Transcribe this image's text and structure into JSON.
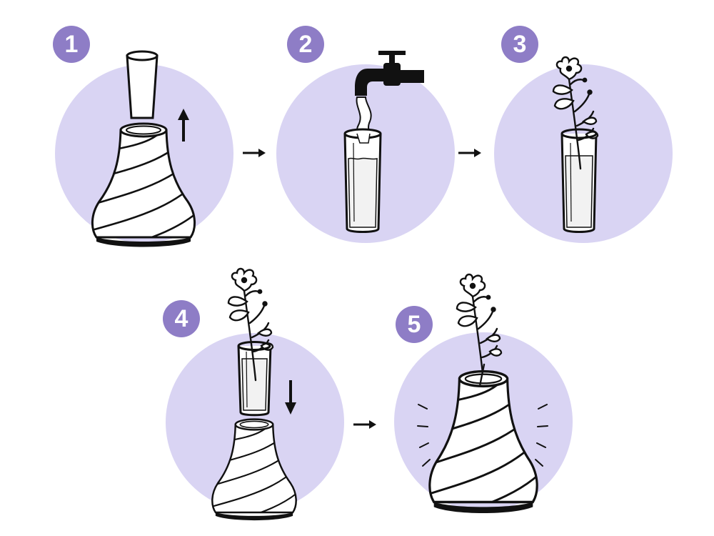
{
  "colors": {
    "circle_fill": "#d9d4f3",
    "badge_fill": "#8e7dc6",
    "badge_text": "#ffffff",
    "ink": "#111111"
  },
  "steps": [
    {
      "number": "1",
      "icons": [
        "vase-icon",
        "glass-insert-icon",
        "arrow-up-icon"
      ]
    },
    {
      "number": "2",
      "icons": [
        "faucet-icon",
        "water-stream-icon",
        "glass-insert-icon"
      ]
    },
    {
      "number": "3",
      "icons": [
        "flower-icon",
        "glass-insert-icon"
      ]
    },
    {
      "number": "4",
      "icons": [
        "flower-icon",
        "glass-insert-icon",
        "arrow-down-icon",
        "vase-icon"
      ]
    },
    {
      "number": "5",
      "icons": [
        "flower-icon",
        "vase-icon",
        "shine-lines-icon"
      ]
    }
  ]
}
